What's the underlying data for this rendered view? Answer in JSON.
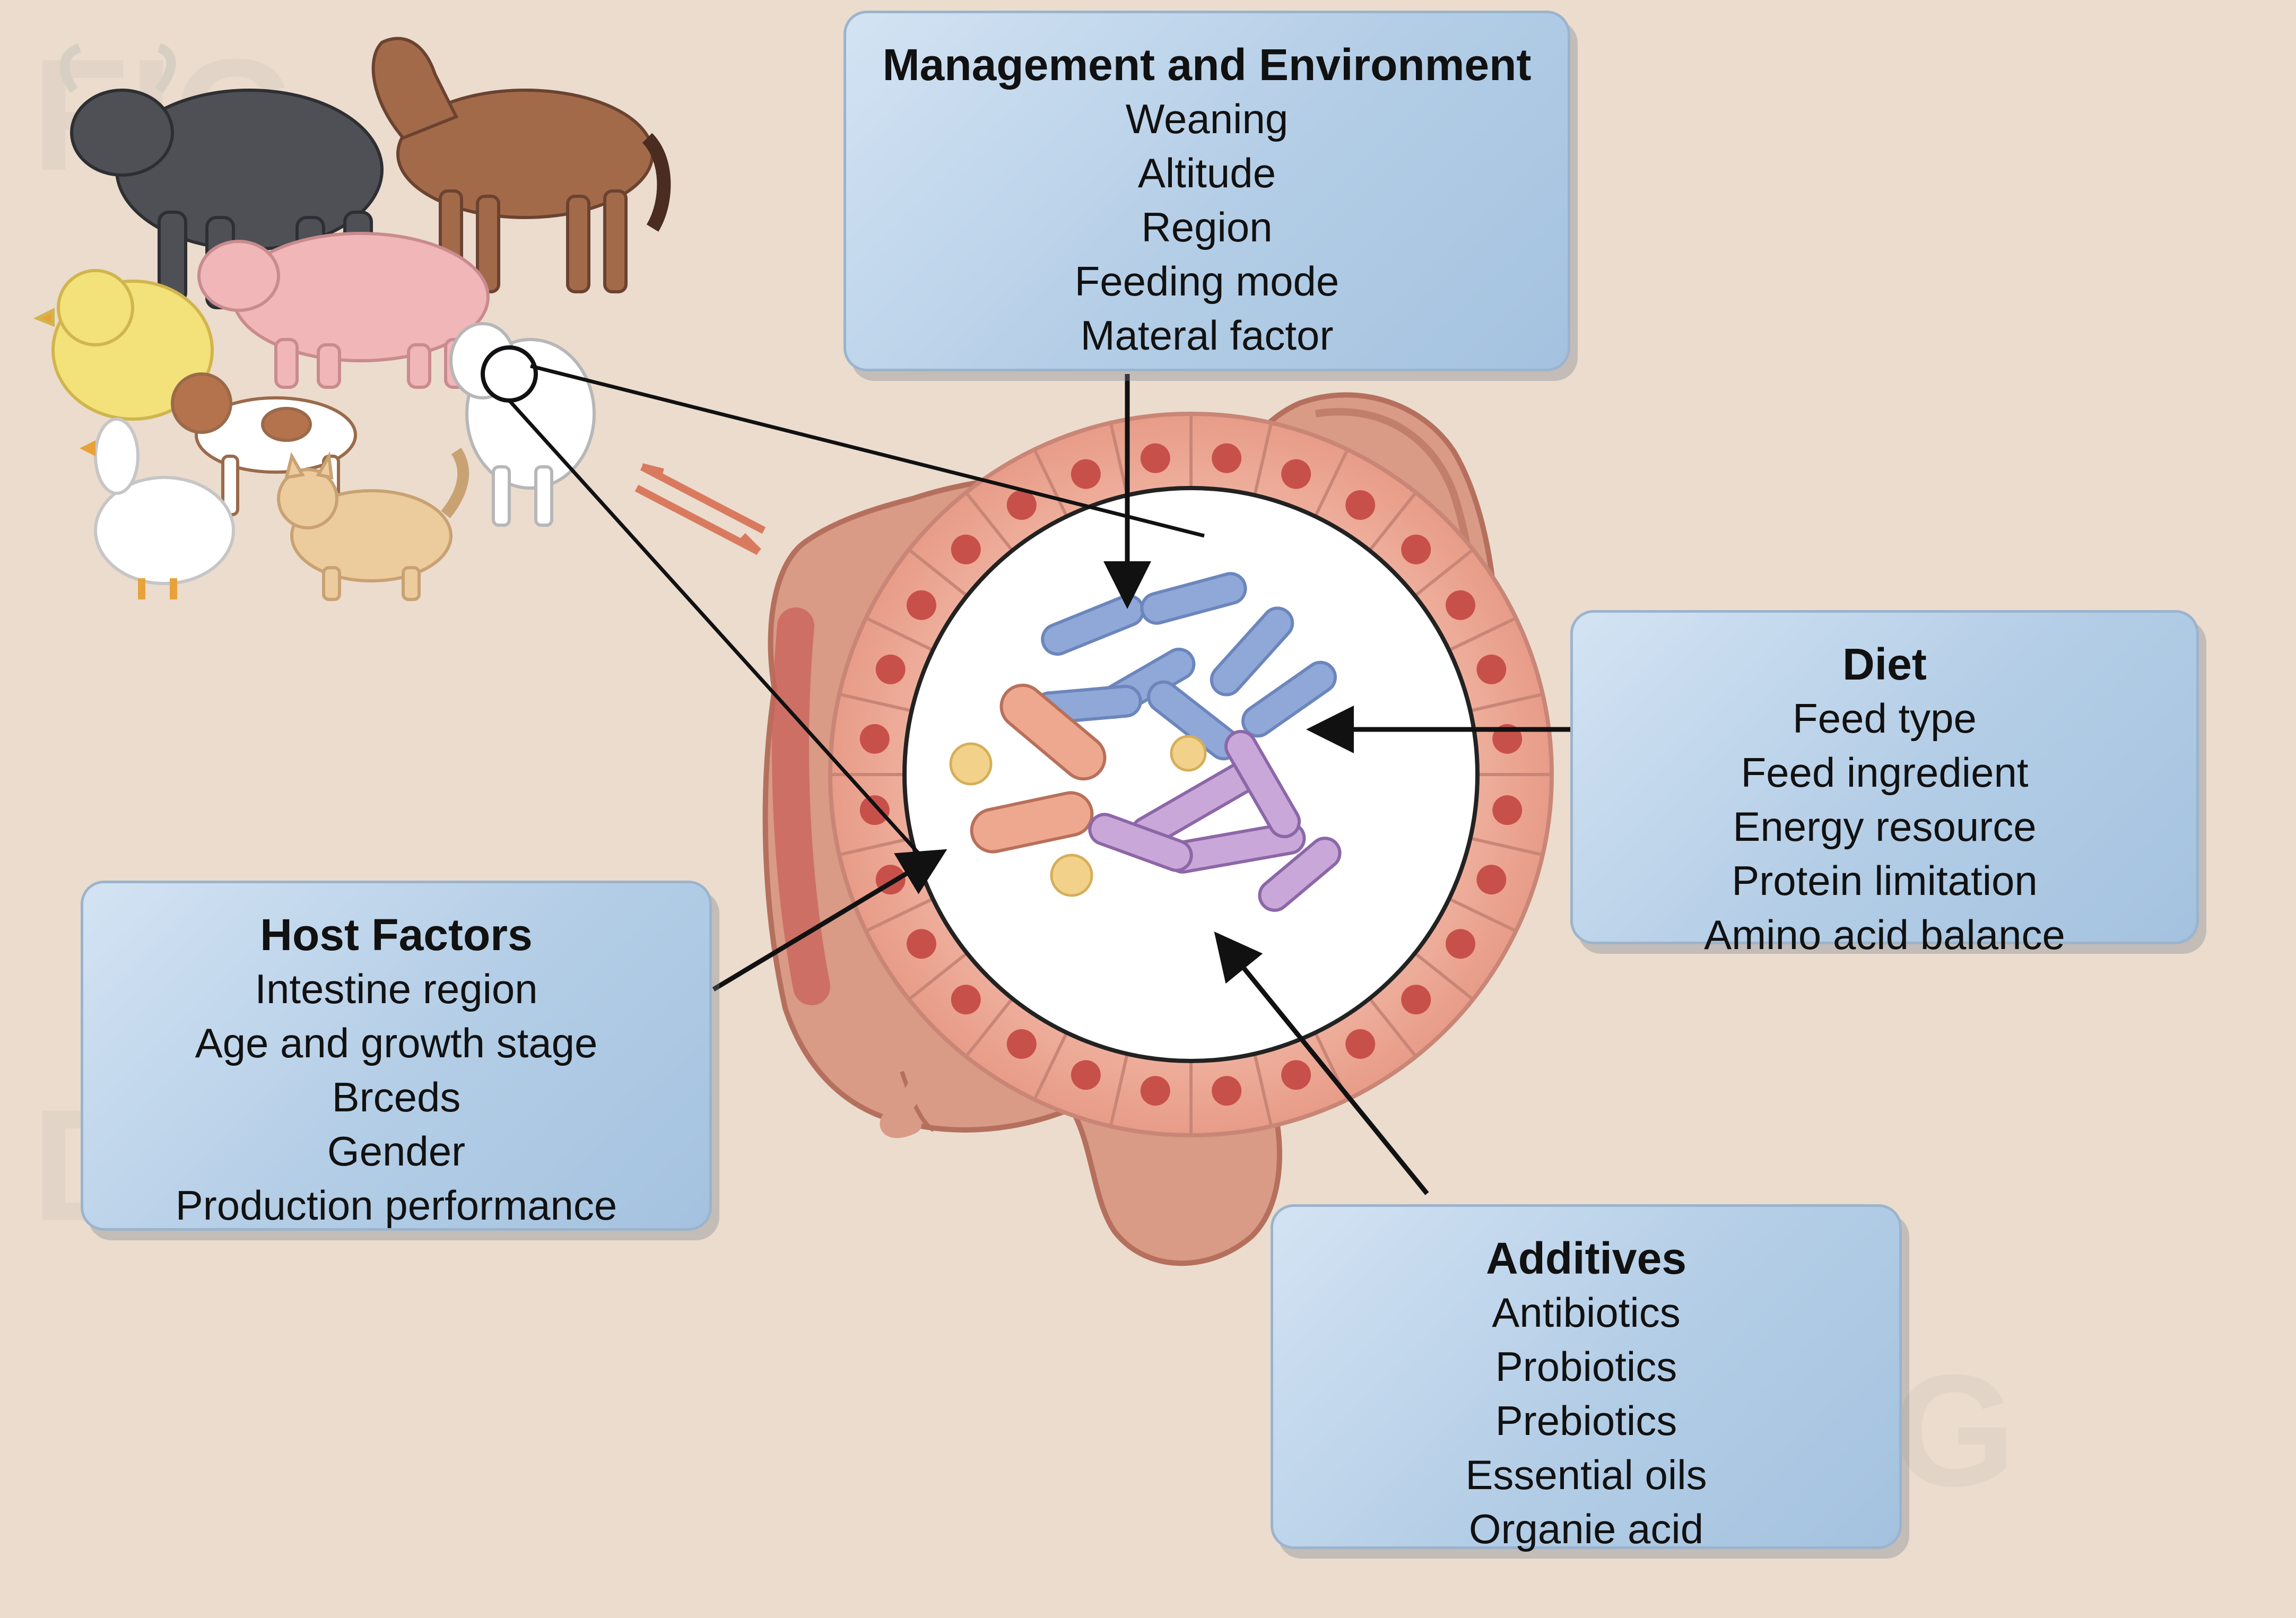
{
  "management": {
    "title": "Management and Environment",
    "items": [
      "Weaning",
      "Altitude",
      "Region",
      "Feeding mode",
      "Materal factor"
    ]
  },
  "diet": {
    "title": "Diet",
    "items": [
      "Feed type",
      "Feed ingredient",
      "Energy resource",
      "Protein limitation",
      "Amino acid balance"
    ]
  },
  "host": {
    "title": "Host Factors",
    "items": [
      "Intestine region",
      "Age and growth stage",
      "Brceds",
      "Gender",
      "Production performance"
    ]
  },
  "additives": {
    "title": "Additives",
    "items": [
      "Antibiotics",
      "Probiotics",
      "Prebiotics",
      "Essential oils",
      "Organie acid"
    ]
  },
  "watermark": {
    "line1": "FIG",
    "line2": "DRAW"
  },
  "colors": {
    "background": "#ebdcce",
    "box_fill": "#b3cde6",
    "intestine": "#d99a86",
    "arrow": "#111111",
    "exchange_arrow": "#d97a5e"
  },
  "icons": [
    "bull-icon",
    "horse-icon",
    "pig-icon",
    "chick-icon",
    "dog-icon",
    "goat-icon",
    "duck-icon",
    "cat-icon",
    "intestine-icon",
    "bacteria-icon"
  ]
}
